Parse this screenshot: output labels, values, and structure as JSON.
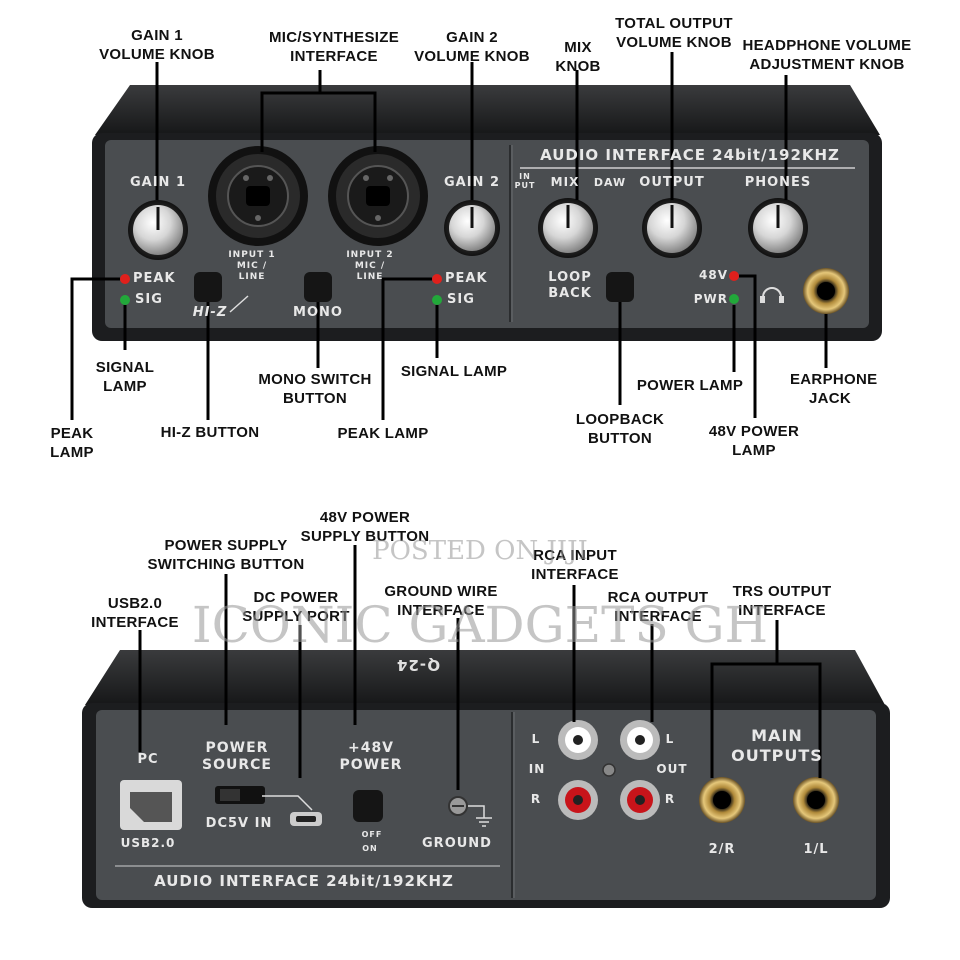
{
  "front_panel": {
    "title": "AUDIO INTERFACE 24bit/192KHZ",
    "gain1_label": "GAIN 1",
    "gain2_label": "GAIN 2",
    "peak_label": "PEAK",
    "sig_label": "SIG",
    "input1_label": "INPUT 1\nMIC / LINE",
    "input2_label": "INPUT 2\nMIC / LINE",
    "hiz_label": "HI-Z",
    "mono_label": "MONO",
    "mix_in_label": "IN\nPUT",
    "mix_label": "MIX",
    "daw_label": "DAW",
    "output_label": "OUTPUT",
    "phones_label": "PHONES",
    "loopback_label": "LOOP\nBACK",
    "v48_label": "48V",
    "pwr_label": "PWR"
  },
  "rear_panel": {
    "model": "Q-24",
    "pc_label": "PC",
    "usb_label": "USB2.0",
    "power_source_label": "POWER\nSOURCE",
    "dc5v_label": "DC5V IN",
    "v48_power_label": "+48V\nPOWER",
    "off_label": "OFF",
    "on_label": "ON",
    "ground_label": "GROUND",
    "l_label": "L",
    "r_label": "R",
    "in_label": "IN",
    "out_label": "OUT",
    "main_outputs_label": "MAIN\nOUTPUTS",
    "out2_label": "2/R",
    "out1_label": "1/L",
    "title": "AUDIO INTERFACE 24bit/192KHZ"
  },
  "callouts_front": {
    "gain1": "GAIN 1\nVOLUME KNOB",
    "mic_interface": "MIC/SYNTHESIZE\nINTERFACE",
    "gain2": "GAIN 2\nVOLUME KNOB",
    "mix": "MIX\nKNOB",
    "total_output": "TOTAL OUTPUT\nVOLUME KNOB",
    "headphone_volume": "HEADPHONE VOLUME\nADJUSTMENT KNOB",
    "signal_lamp_1": "SIGNAL\nLAMP",
    "peak_lamp_1": "PEAK\nLAMP",
    "hiz_button": "HI-Z BUTTON",
    "mono_switch": "MONO SWITCH\nBUTTON",
    "signal_lamp_2": "SIGNAL LAMP",
    "peak_lamp_2": "PEAK LAMP",
    "loopback_button": "LOOPBACK\nBUTTON",
    "power_lamp": "POWER LAMP",
    "v48_power_lamp": "48V POWER\nLAMP",
    "earphone_jack": "EARPHONE\nJACK"
  },
  "callouts_rear": {
    "power_switch": "POWER SUPPLY\nSWITCHING BUTTON",
    "v48_button": "48V POWER\nSUPPLY BUTTON",
    "usb": "USB2.0\nINTERFACE",
    "dc_port": "DC POWER\nSUPPLY PORT",
    "ground_wire": "GROUND WIRE\nINTERFACE",
    "rca_input": "RCA INPUT\nINTERFACE",
    "rca_output": "RCA OUTPUT\nINTERFACE",
    "trs_output": "TRS OUTPUT\nINTERFACE"
  },
  "watermark": {
    "line1": "POSTED ON JIJI",
    "line2": "ICONIC GADGETS GH"
  },
  "colors": {
    "panel": "#4a4d50",
    "chassis": "#1e1f21",
    "peak_led": "#e0201c",
    "sig_led": "#22a83a",
    "rca_red": "#c8141a"
  }
}
